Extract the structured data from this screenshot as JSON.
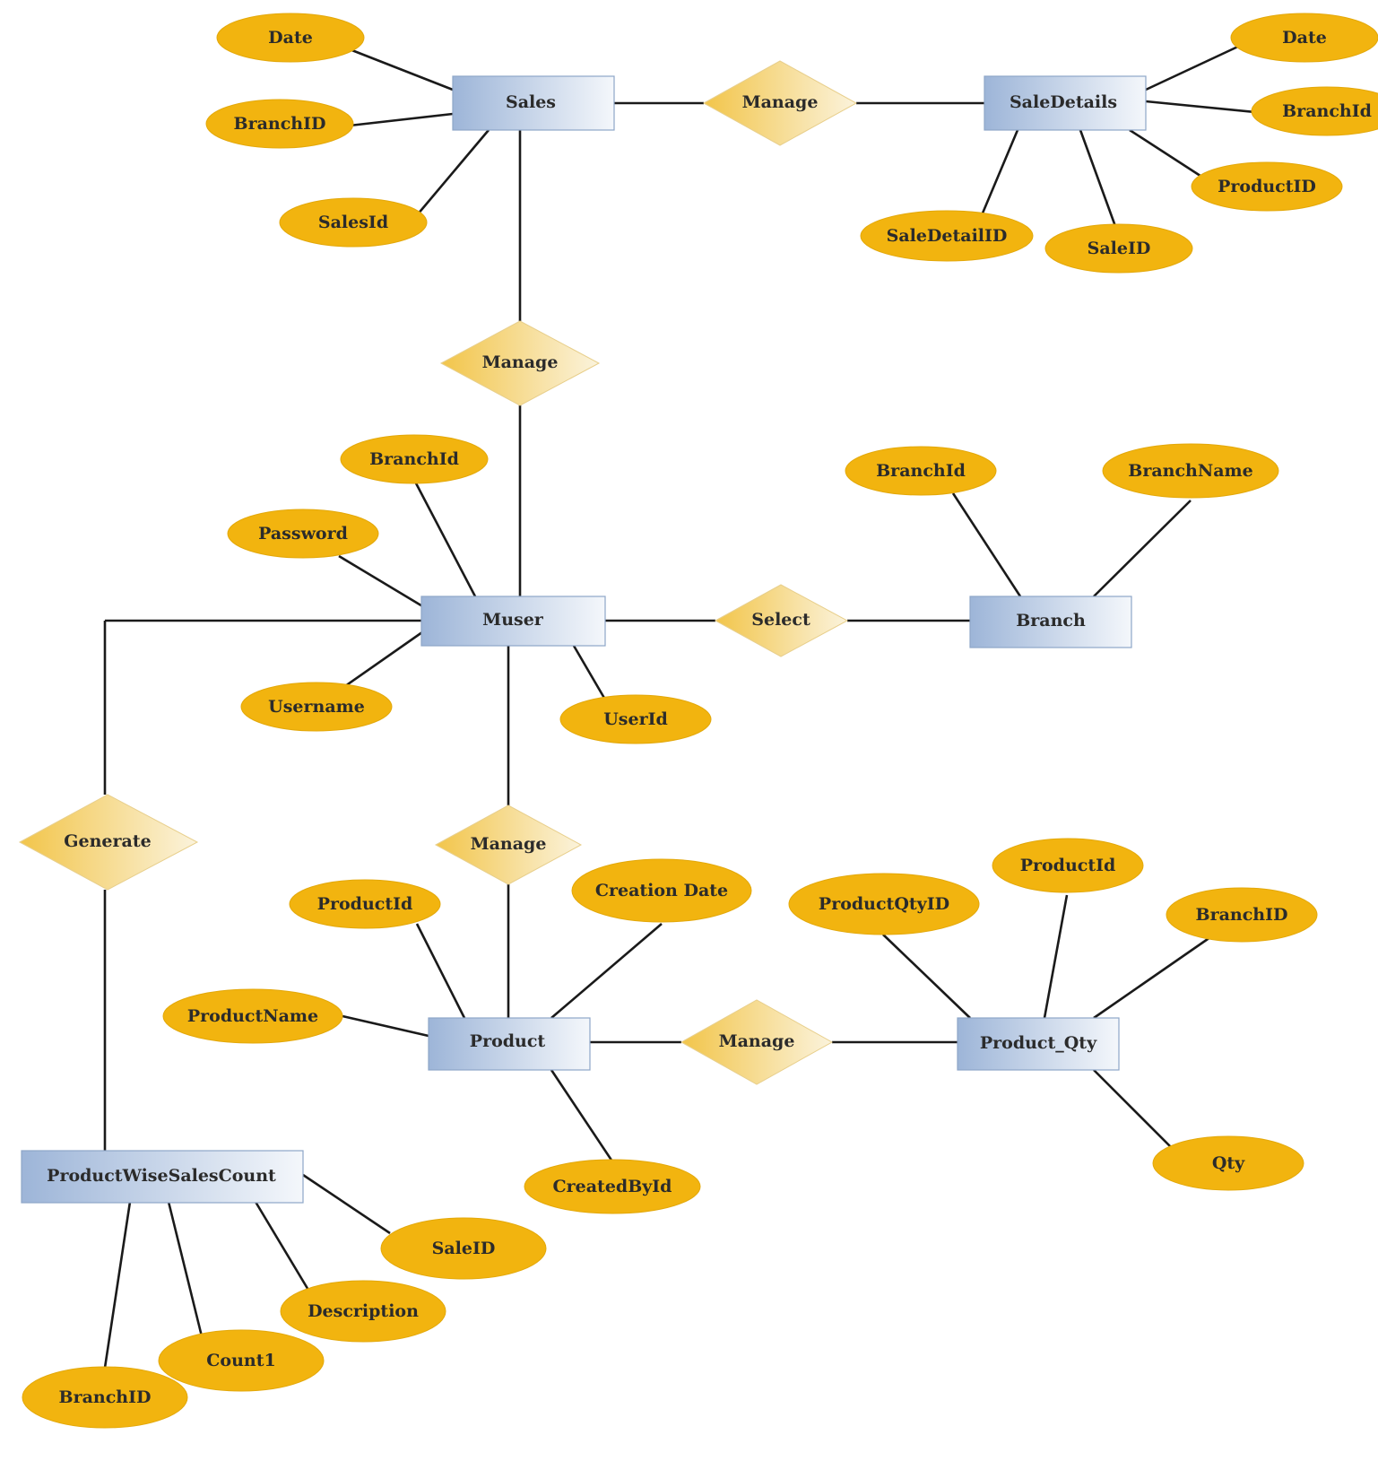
{
  "entities": {
    "sales": "Sales",
    "sale_details": "SaleDetails",
    "muser": "Muser",
    "branch": "Branch",
    "product": "Product",
    "product_qty": "Product_Qty",
    "product_wise_sales_count": "ProductWiseSalesCount"
  },
  "relationships": {
    "sales_saledetails": "Manage",
    "muser_sales": "Manage",
    "muser_branch": "Select",
    "muser_product": "Manage",
    "muser_productwisesalescount": "Generate",
    "product_productqty": "Manage"
  },
  "attributes": {
    "sales": [
      "Date",
      "BranchID",
      "SalesId"
    ],
    "sale_details": [
      "Date",
      "BranchId",
      "ProductID",
      "SaleID",
      "SaleDetailID"
    ],
    "muser": [
      "BranchId",
      "Password",
      "Username",
      "UserId"
    ],
    "branch": [
      "BranchId",
      "BranchName"
    ],
    "product": [
      "ProductId",
      "Creation Date",
      "ProductName",
      "CreatedById"
    ],
    "product_qty": [
      "ProductQtyID",
      "ProductId",
      "BranchID",
      "Qty"
    ],
    "product_wise_sales_count": [
      "SaleID",
      "Description",
      "Count1",
      "BranchID"
    ]
  },
  "colors": {
    "attribute_fill": "#f2b40f",
    "entity_gradient_start": "#9db5d8",
    "entity_gradient_end": "#f4f7fb",
    "relationship_gradient_start": "#f2c54a",
    "relationship_gradient_end": "#fbf3dc",
    "connector": "#1a1a1a"
  }
}
